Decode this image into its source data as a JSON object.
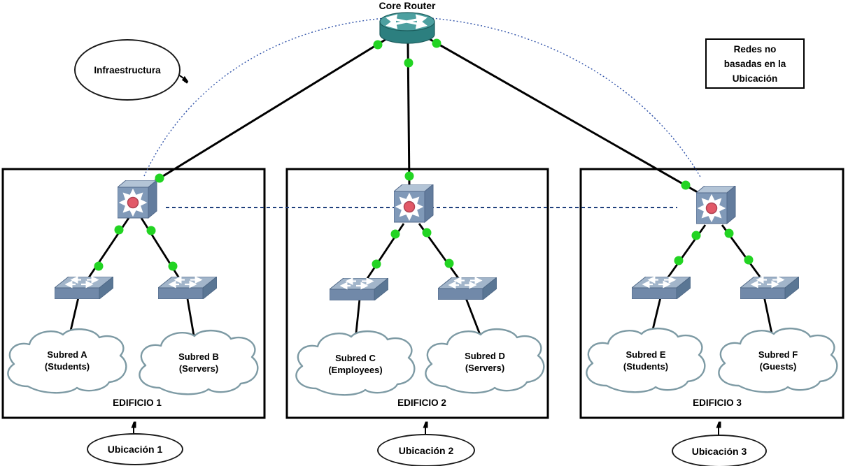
{
  "diagram": {
    "core_router_label": "Core Router",
    "infrastructure_label": "Infraestructura",
    "legend_box": {
      "line1": "Redes no",
      "line2": "basadas en la",
      "line3": "Ubicación"
    },
    "buildings": [
      {
        "label": "EDIFICIO 1",
        "location_label": "Ubicación 1",
        "subnets": [
          {
            "name": "Subred A",
            "group": "(Students)"
          },
          {
            "name": "Subred B",
            "group": "(Servers)"
          }
        ]
      },
      {
        "label": "EDIFICIO 2",
        "location_label": "Ubicación 2",
        "subnets": [
          {
            "name": "Subred C",
            "group": "(Employees)"
          },
          {
            "name": "Subred D",
            "group": "(Servers)"
          }
        ]
      },
      {
        "label": "EDIFICIO 3",
        "location_label": "Ubicación 3",
        "subnets": [
          {
            "name": "Subred E",
            "group": "(Students)"
          },
          {
            "name": "Subred F",
            "group": "(Guests)"
          }
        ]
      }
    ],
    "icons": {
      "core-router-icon": "teal cylinder with crossing white arrows (cisco router)",
      "distribution-switch-icon": "blue 3d cube, 8 white radiating arrows, red center (multilayer switch)",
      "access-switch-icon": "flat blue 3d box with white arrows (workgroup switch)",
      "subnet-cloud": "white cloud outline",
      "port-dot": "green connection dot"
    },
    "colors": {
      "router_teal": "#2c7f7f",
      "switch_front_blue": "#8099b8",
      "switch_center_red": "#e25968",
      "access_switch_blue": "#7189a9",
      "link_black": "#000000",
      "port_dot_green": "#22d422",
      "dashed_line_blue": "#1f3f7c",
      "dotted_arc_blue": "#3355aa",
      "cloud_stroke": "#7d9aa4",
      "background": "#ffffff"
    }
  }
}
